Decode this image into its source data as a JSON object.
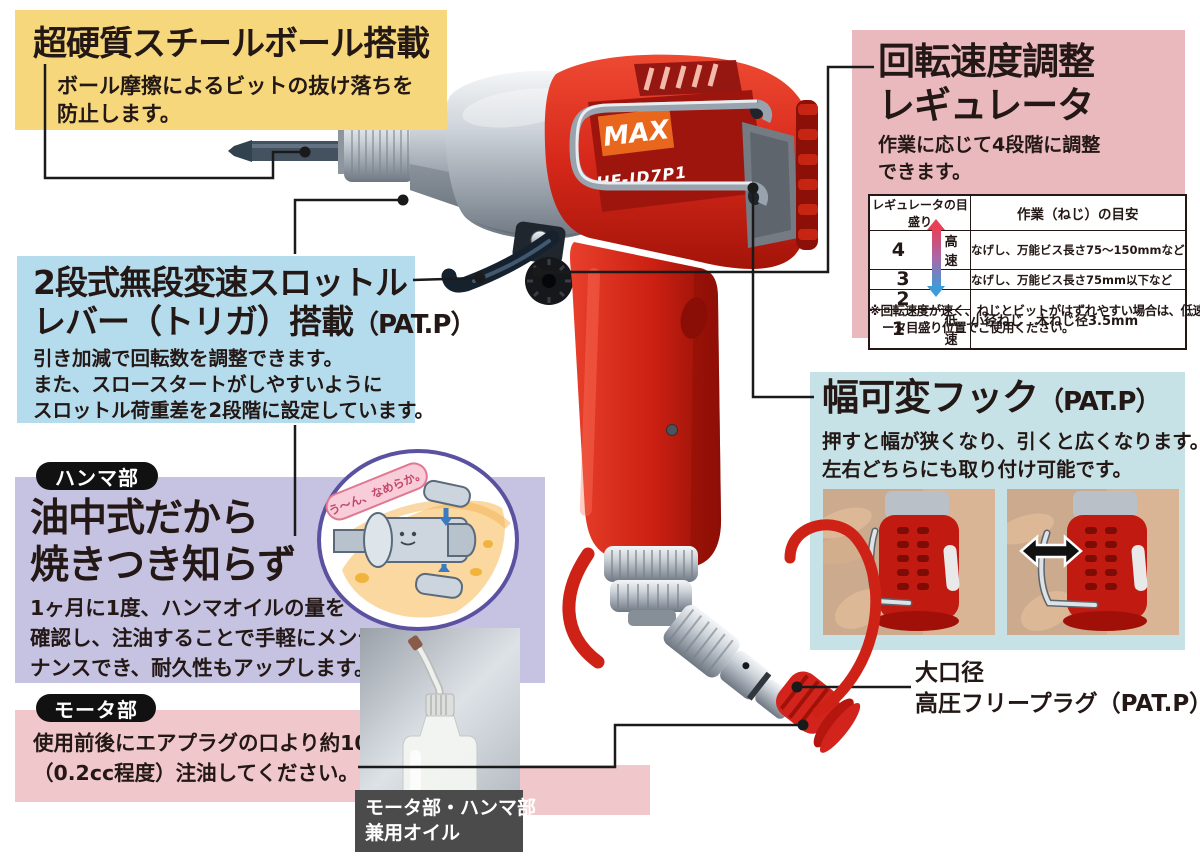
{
  "colors": {
    "yellow": "#f6d77c",
    "blue": "#b5dcec",
    "purple": "#c5c3e1",
    "pink": "#f0c7ca",
    "pink_dark": "#eab9be",
    "cyan": "#c6e2e6",
    "ink": "#231815",
    "line": "#1a1a1a",
    "red": "#ce2217",
    "orange": "#e9671c",
    "label_gray": "#4b4b4b"
  },
  "product": {
    "brand": "MAX",
    "model": "HF-ID7P1"
  },
  "callout_steel_ball": {
    "title": "超硬質スチールボール搭載",
    "body_lines": [
      "ボール摩擦によるビットの抜け落ちを",
      "防止します。"
    ]
  },
  "callout_throttle": {
    "title_line1": "2段式無段変速スロットル",
    "title_line2": "レバー（トリガ）搭載",
    "patp": "（PAT.P）",
    "body_lines": [
      "引き加減で回転数を調整できます。",
      "また、スロースタートがしやすいように",
      "スロットル荷重差を2段階に設定しています。"
    ]
  },
  "callout_hammer": {
    "badge": "ハンマ部",
    "title_line1": "油中式だから",
    "title_line2": "焼きつき知らず",
    "body_lines": [
      "1ヶ月に1度、ハンマオイルの量を",
      "確認し、注油することで手軽にメンテ",
      "ナンスでき、耐久性もアップします。"
    ]
  },
  "callout_motor": {
    "badge": "モータ部",
    "body_lines": [
      "使用前後にエアプラグの口より約10滴",
      "（0.2cc程度）注油してください。"
    ]
  },
  "callout_regulator": {
    "title_line1": "回転速度調整",
    "title_line2": "レギュレータ",
    "body_lines": [
      "作業に応じて4段階に調整",
      "できます。"
    ],
    "table": {
      "col1_header": "レギュレータの目盛り",
      "col2_header": "作業（ねじ）の目安",
      "high_label": "高 速",
      "low_label": "低 速",
      "rows": [
        {
          "num": "4",
          "task": "なげし、万能ビス長さ75～150mmなど"
        },
        {
          "num": "3",
          "task": "なげし、万能ビス長さ75mm以下など"
        },
        {
          "num": "2",
          "task": "小径ねじ　木ねじ径3.5mm"
        },
        {
          "num": "1",
          "task": ""
        }
      ]
    },
    "footnote_lines": [
      "※回転速度が速く、ねじとビットがはずれやすい場合は、低速のレギュレ",
      "ータ目盛り位置でご使用ください。"
    ]
  },
  "callout_hook": {
    "title": "幅可変フック",
    "patp": "（PAT.P）",
    "body_lines": [
      "押すと幅が狭くなり、引くと広くなります。",
      "左右どちらにも取り付け可能です。"
    ]
  },
  "callout_plug": {
    "label_lines": [
      "大口径",
      "高圧フリープラグ（PAT.P）"
    ]
  },
  "oil_bottle_label": {
    "lines": [
      "モータ部・ハンマ部",
      "兼用オイル"
    ]
  },
  "cartoon": {
    "speech": "う〜ん、なめらか。"
  }
}
